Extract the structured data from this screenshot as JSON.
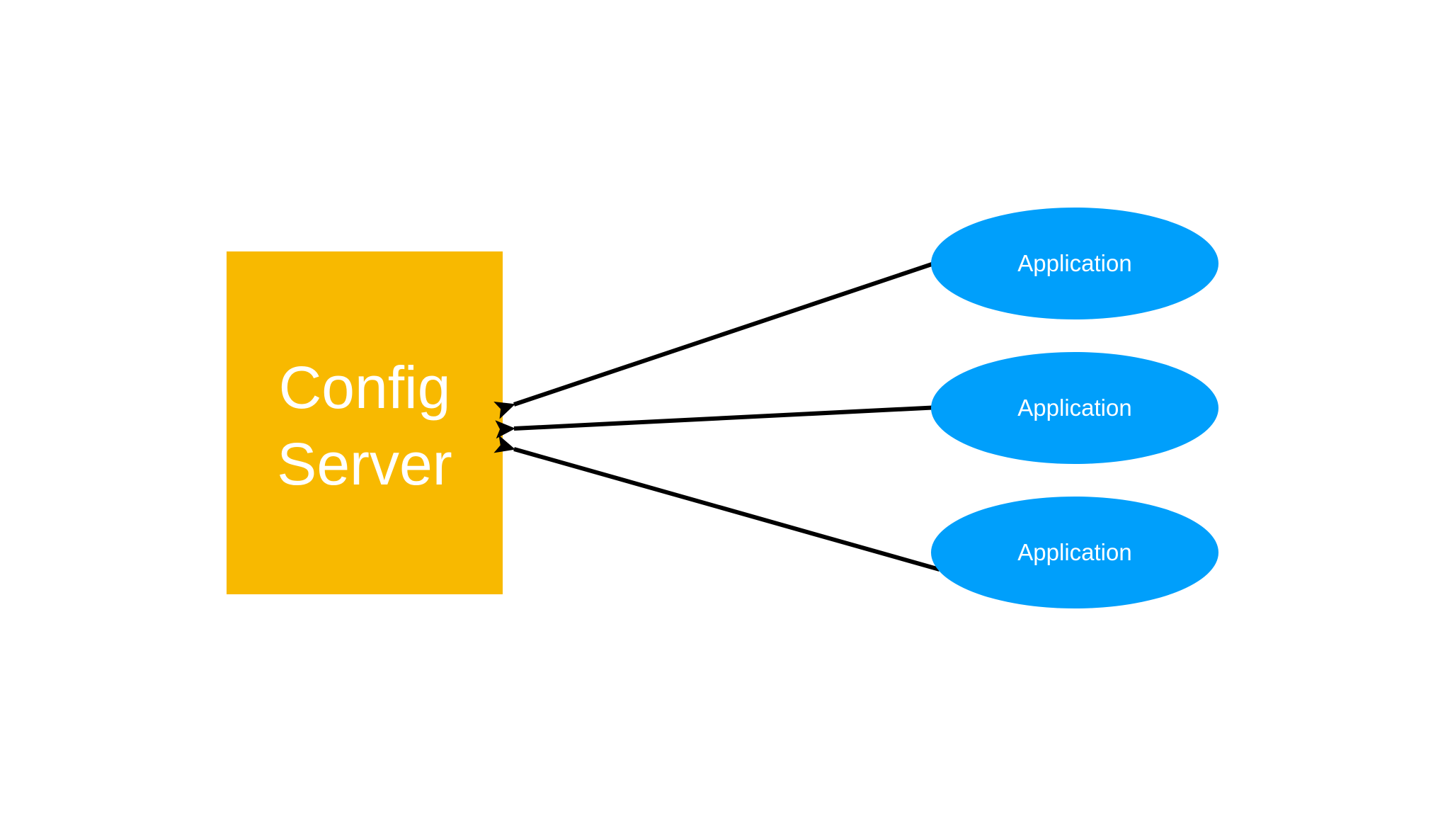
{
  "diagram": {
    "server": {
      "line1": "Config",
      "line2": "Server",
      "color": "#F8B900"
    },
    "applications": [
      {
        "label": "Application"
      },
      {
        "label": "Application"
      },
      {
        "label": "Application"
      }
    ],
    "application_color": "#009FFB",
    "arrow_color": "#000000"
  }
}
